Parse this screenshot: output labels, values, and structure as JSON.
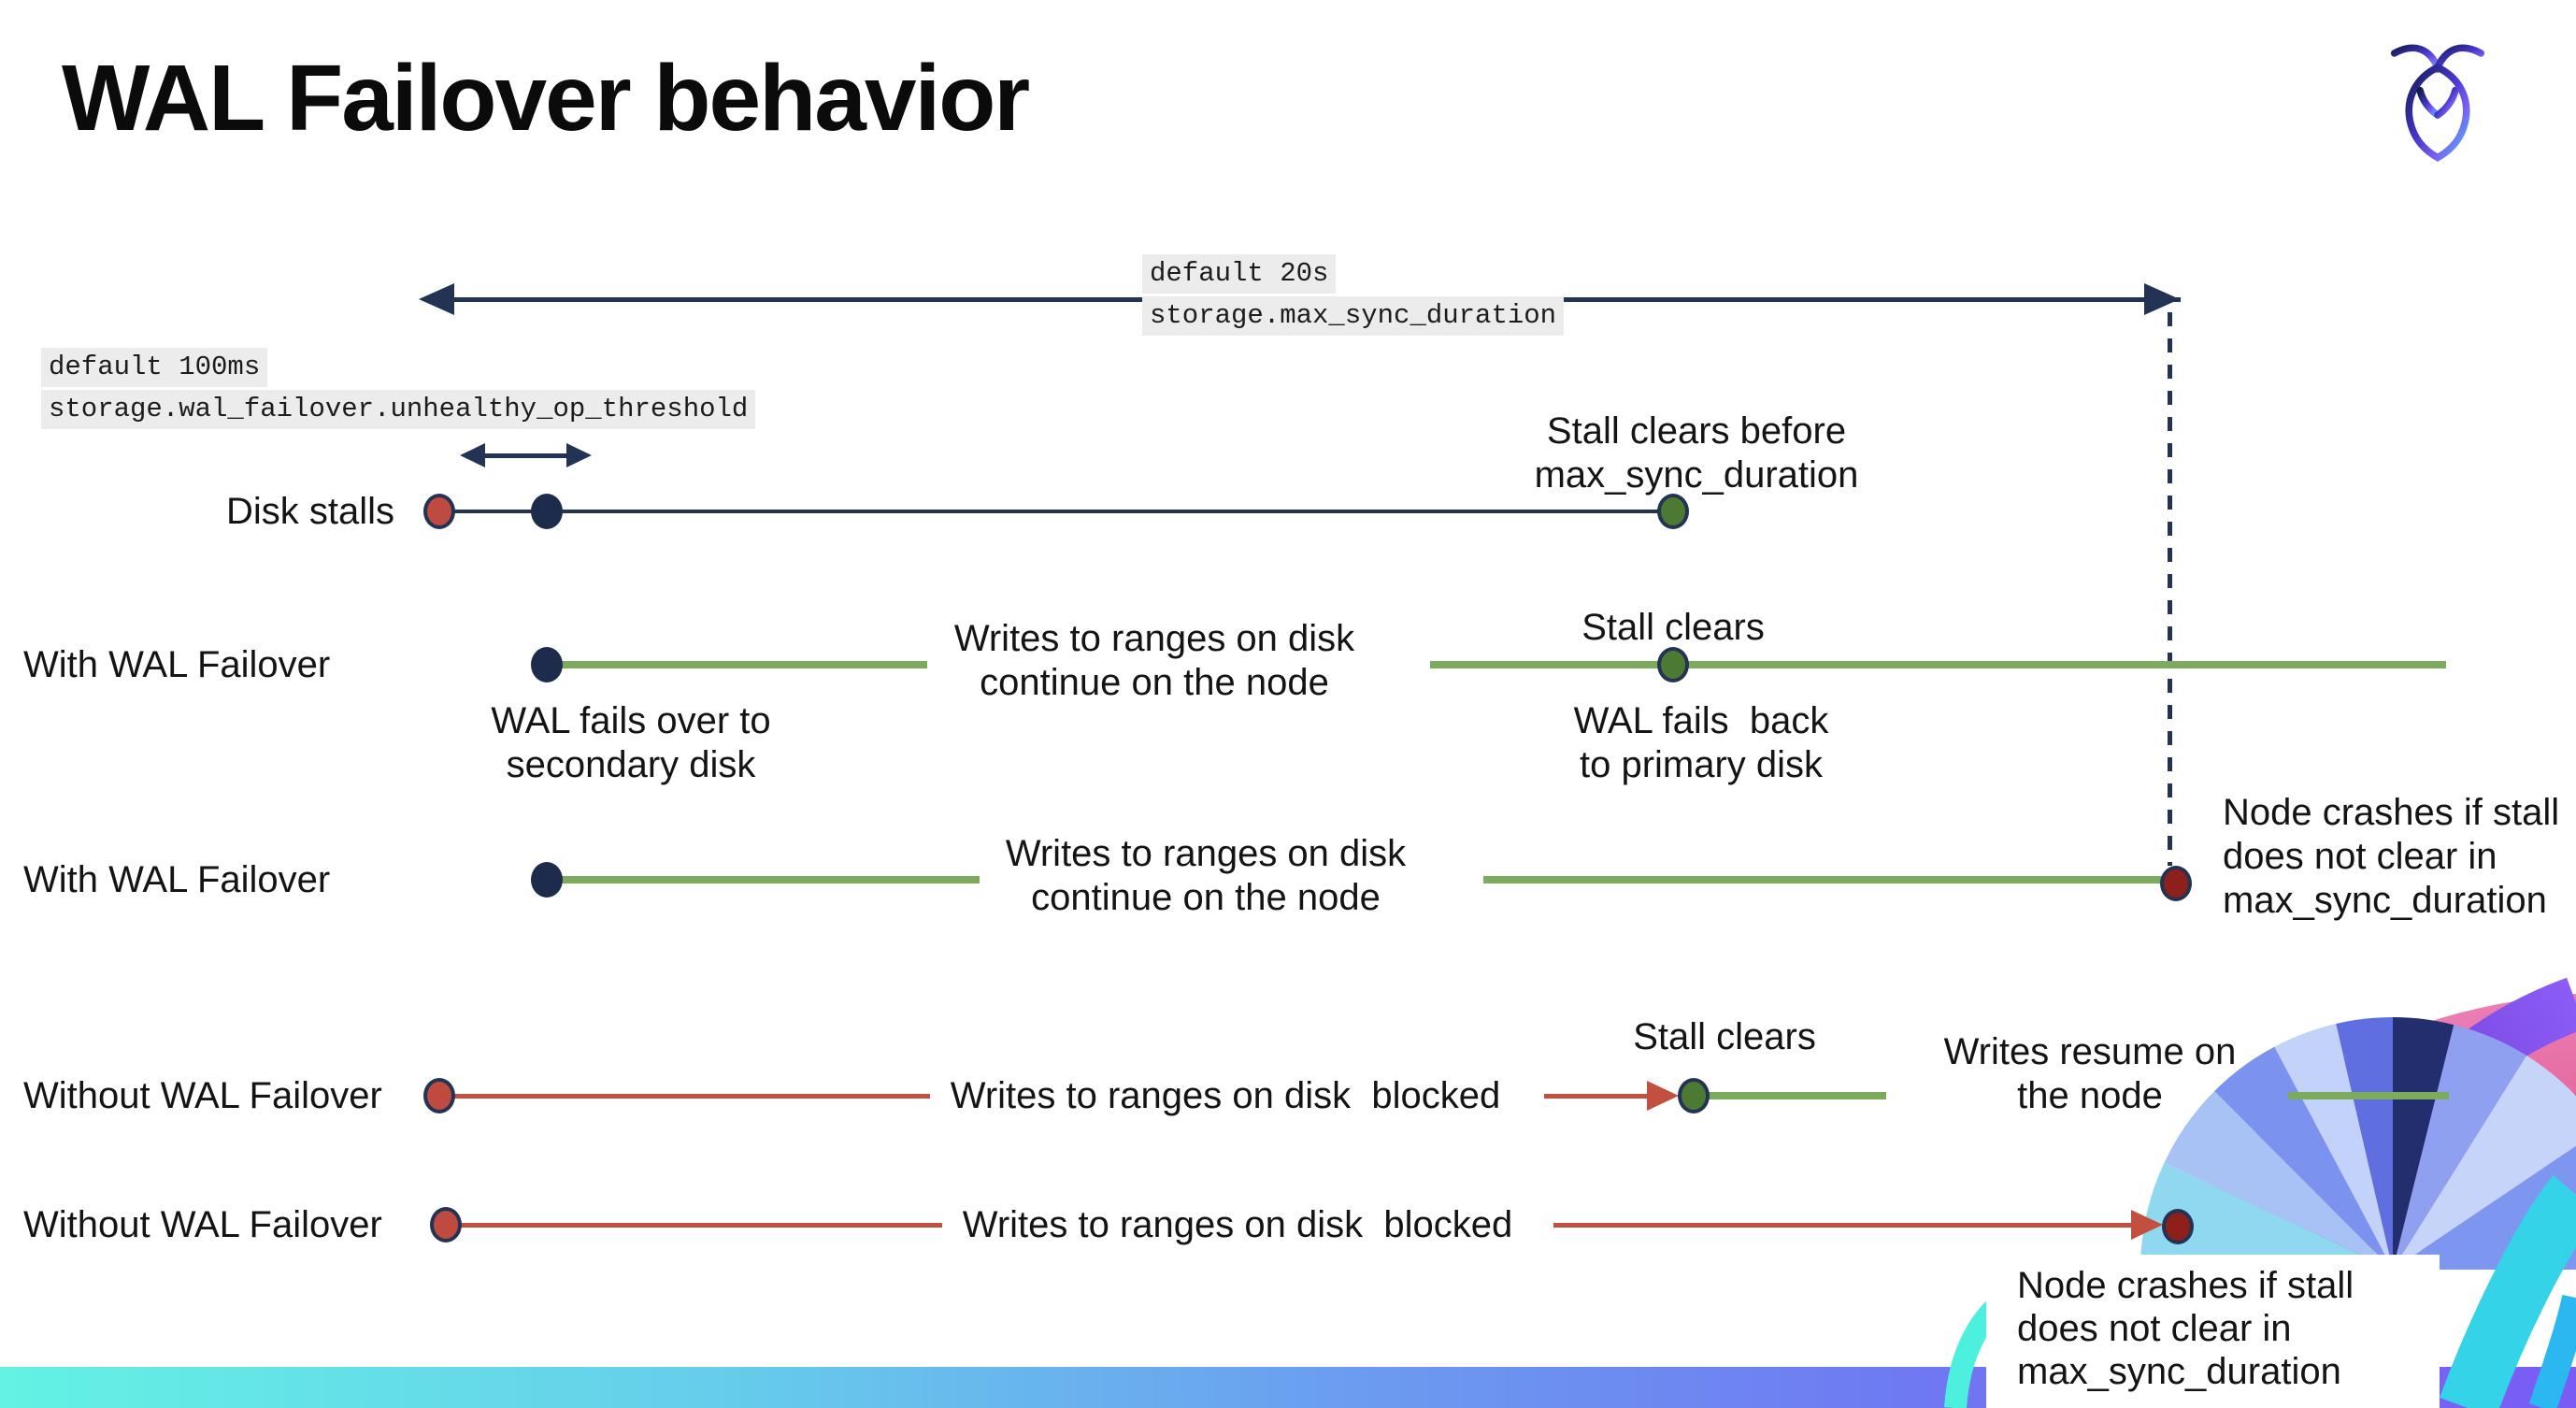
{
  "title": "WAL Failover behavior",
  "settings": {
    "max_sync_duration": {
      "default_label": "default 20s",
      "setting_name": "storage.max_sync_duration"
    },
    "unhealthy_op_threshold": {
      "default_label": "default 100ms",
      "setting_name": "storage.wal_failover.unhealthy_op_threshold"
    }
  },
  "rows": [
    {
      "label": "Disk stalls"
    },
    {
      "label": "With WAL Failover"
    },
    {
      "label": "With WAL Failover"
    },
    {
      "label": "Without WAL Failover"
    },
    {
      "label": "Without WAL Failover"
    }
  ],
  "callouts": {
    "stall_clears_before": "Stall clears before\nmax_sync_duration",
    "writes_continue_1": "Writes to ranges on disk\ncontinue on the node",
    "writes_continue_2": "Writes to ranges on disk\ncontinue on the node",
    "stall_clears_1": "Stall clears",
    "stall_clears_2": "Stall clears",
    "wal_fails_over": "WAL fails over to\nsecondary disk",
    "wal_fails_back": "WAL fails  back\nto primary disk",
    "node_crashes_1": "Node crashes if stall\ndoes not clear in\nmax_sync_duration",
    "writes_blocked_1": "Writes to ranges on disk  blocked",
    "writes_blocked_2": "Writes to ranges on disk  blocked",
    "writes_resume": "Writes resume on\nthe node",
    "node_crashes_2": "Node crashes if stall\ndoes not clear in\nmax_sync_duration"
  },
  "icons": {
    "logo": "cockroachdb-logo"
  },
  "colors": {
    "navy": "#233354",
    "navy_dot": "#1d2b4d",
    "green_line": "#7dab5c",
    "green_dot": "#4c7a32",
    "red_line": "#c2503e",
    "red_dot": "#bf4a3f",
    "dark_red_dot": "#8e201c",
    "code_background": "#ececec",
    "footer_gradient_start": "#63f2e4",
    "footer_gradient_end": "#7a5cf5"
  }
}
